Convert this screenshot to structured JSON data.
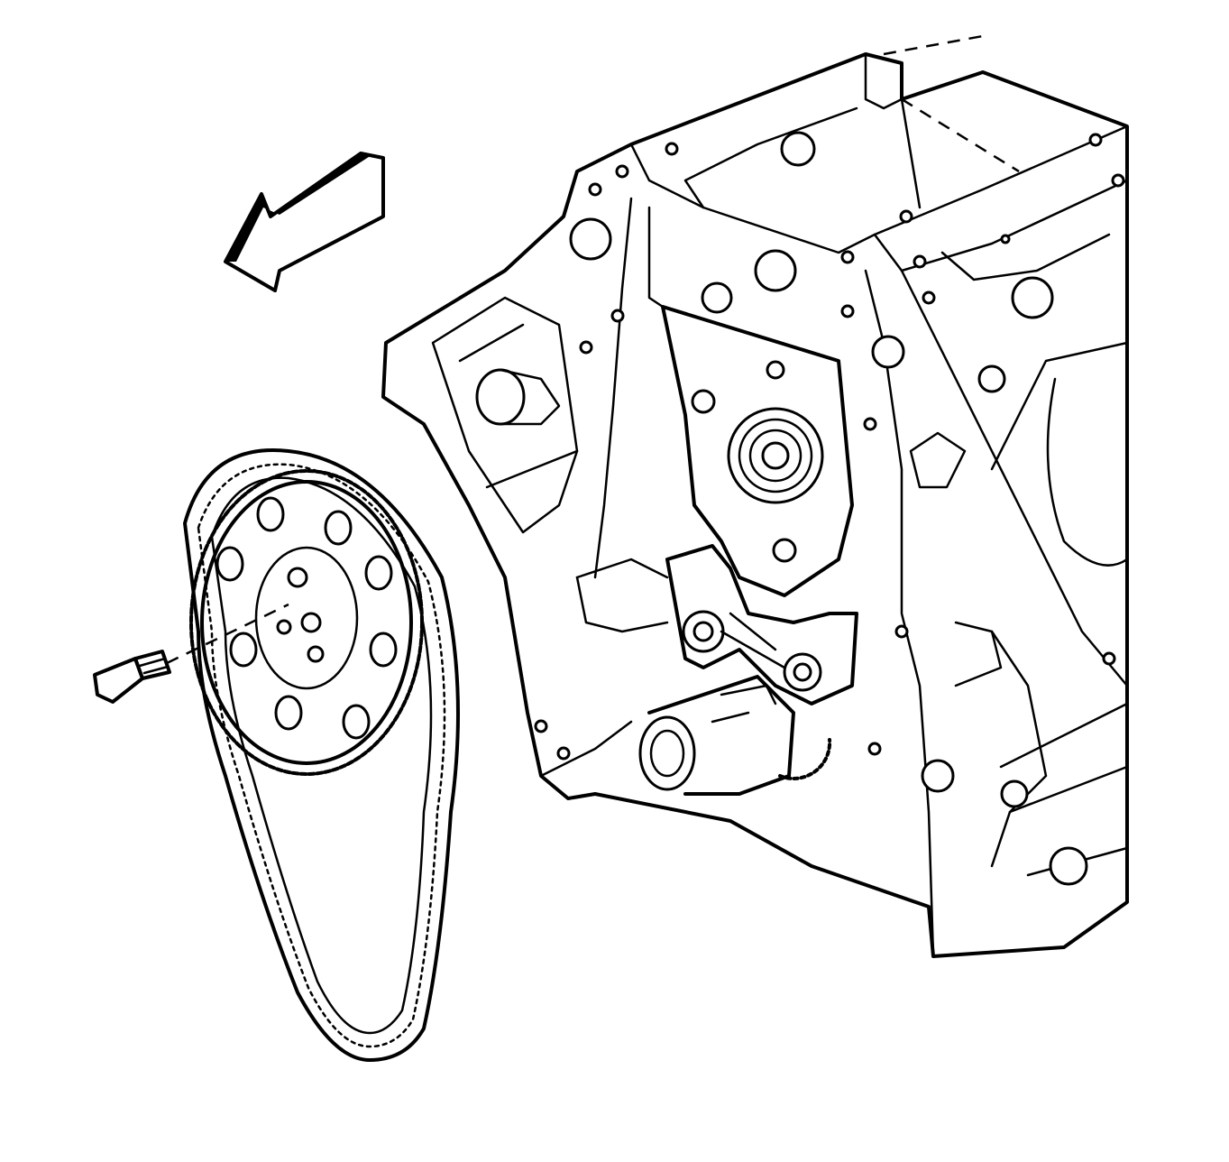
{
  "colors": {
    "line": "#000000",
    "background": "#ffffff"
  },
  "figure": {
    "components": [
      {
        "name": "engine-block-front",
        "kind": "illustration"
      },
      {
        "name": "direction-arrow",
        "kind": "arrow-icon"
      },
      {
        "name": "camshaft-sprocket",
        "kind": "illustration"
      },
      {
        "name": "timing-chain",
        "kind": "illustration"
      },
      {
        "name": "sprocket-bolt",
        "kind": "illustration"
      },
      {
        "name": "crankshaft-sprocket",
        "kind": "illustration"
      },
      {
        "name": "chain-tensioner",
        "kind": "illustration"
      },
      {
        "name": "camshaft-nose",
        "kind": "illustration"
      }
    ]
  }
}
